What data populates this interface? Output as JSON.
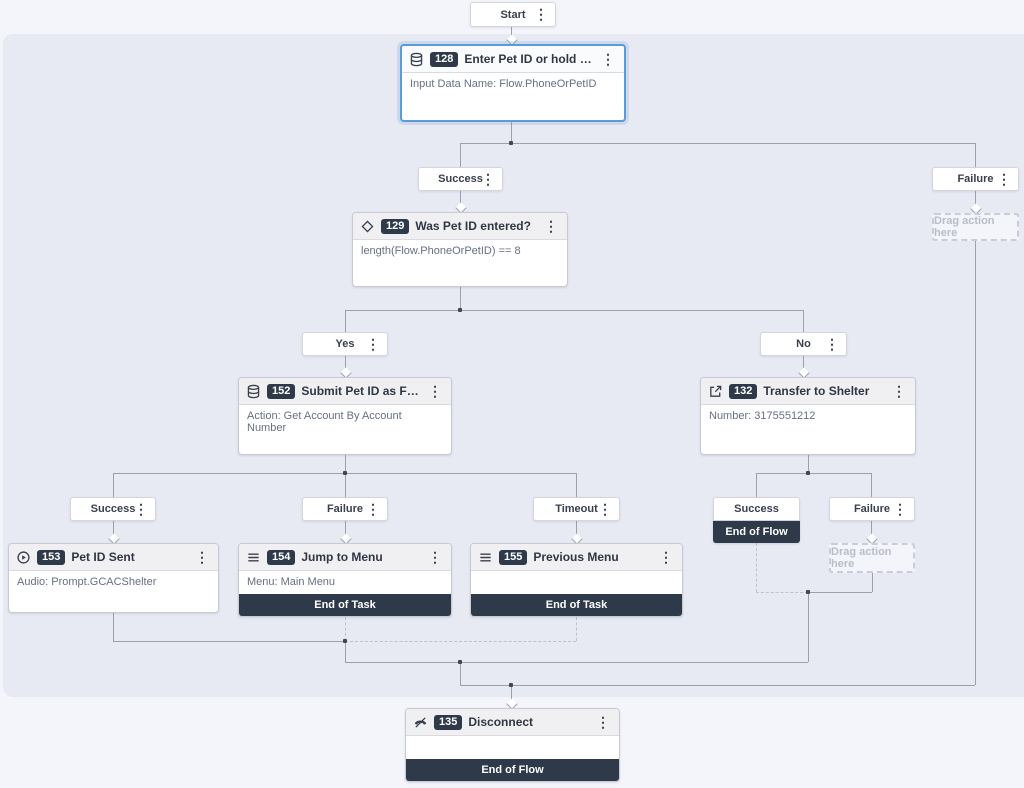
{
  "colors": {
    "canvas_bg": "#e7e9f3",
    "page_bg": "#f4f5fa",
    "selected_node_border": "#5d9bd6",
    "badge_bg": "#2e3949",
    "terminal_bar_bg": "#2e3949",
    "connector_line": "#9aa0ae"
  },
  "glyphs": {
    "kebab": "⋮"
  },
  "start": {
    "label": "Start"
  },
  "nodes": [
    {
      "id": "128",
      "icon": "database-icon",
      "title": "Enter Pet ID or hold for repres…",
      "body": "Input Data Name: Flow.PhoneOrPetID"
    },
    {
      "id": "129",
      "icon": "decision-diamond-icon",
      "title": "Was Pet ID entered?",
      "body": "length(Flow.PhoneOrPetID) == 8"
    },
    {
      "id": "152",
      "icon": "database-icon",
      "title": "Submit Pet ID as Found",
      "body": "Action: Get Account By Account Number"
    },
    {
      "id": "132",
      "icon": "transfer-icon",
      "title": "Transfer to Shelter",
      "body": "Number: 3175551212"
    },
    {
      "id": "153",
      "icon": "play-audio-icon",
      "title": "Pet ID Sent",
      "body": "Audio: Prompt.GCACShelter"
    },
    {
      "id": "154",
      "icon": "menu-icon",
      "title": "Jump to Menu",
      "body": "Menu: Main Menu",
      "footer": "End of Task"
    },
    {
      "id": "155",
      "icon": "menu-icon",
      "title": "Previous Menu",
      "body": "",
      "footer": "End of Task"
    },
    {
      "id": "135",
      "icon": "disconnect-icon",
      "title": "Disconnect",
      "body": "",
      "footer": "End of Flow"
    }
  ],
  "edge_labels": {
    "n128_success": "Success",
    "n128_failure": "Failure",
    "n129_yes": "Yes",
    "n129_no": "No",
    "n152_success": "Success",
    "n152_failure": "Failure",
    "n152_timeout": "Timeout",
    "n132_success": "Success",
    "n132_failure": "Failure"
  },
  "terminals": {
    "end_of_flow": "End of Flow"
  },
  "placeholders": {
    "drag_action": "Drag action here"
  }
}
